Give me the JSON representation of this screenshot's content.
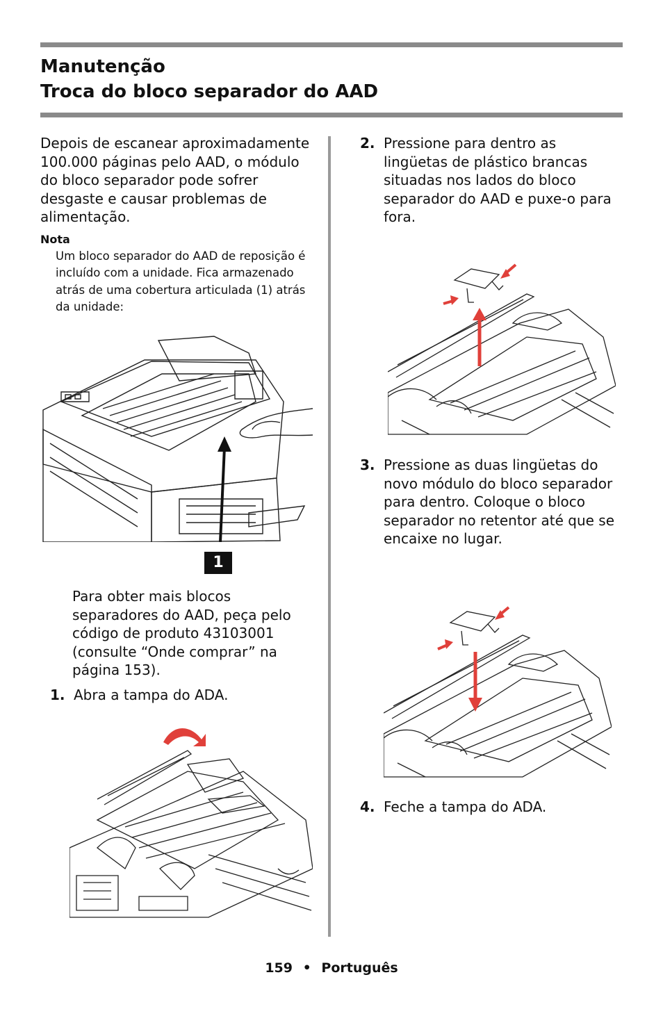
{
  "header": {
    "title_line1": "Manutenção",
    "title_line2": "Troca do bloco separador do AAD"
  },
  "left": {
    "intro": "Depois de escanear aproximadamente 100.000 páginas pelo AAD, o módulo do bloco separador pode sofrer desgaste e causar problemas de alimentação.",
    "note_label": "Nota",
    "note_text": "Um bloco separador do AAD de reposição é incluído com a unidade. Fica armazenado atrás de uma cobertura articulada (1) atrás da unidade:",
    "callout": "1",
    "order_text": "Para obter mais blocos separadores do AAD, peça pelo código de produto 43103001 (consulte “Onde comprar” na página 153).",
    "step1_num": "1.",
    "step1_text": "Abra a tampa do ADA."
  },
  "right": {
    "step2_num": "2.",
    "step2_text": "Pressione para dentro as lingüetas de plástico brancas situadas nos lados do bloco separador do AAD e puxe-o para fora.",
    "step3_num": "3.",
    "step3_text": "Pressione as duas lingüetas do novo módulo do bloco separador para dentro. Coloque o bloco separador no retentor até que se encaixe no lugar.",
    "step4_num": "4.",
    "step4_text": "Feche a tampa do ADA."
  },
  "footer": {
    "page_number": "159",
    "bullet": "•",
    "language": "Português"
  },
  "colors": {
    "rule": "#8a8a8a",
    "arrow_red": "#e0403a",
    "line_art": "#222222"
  }
}
